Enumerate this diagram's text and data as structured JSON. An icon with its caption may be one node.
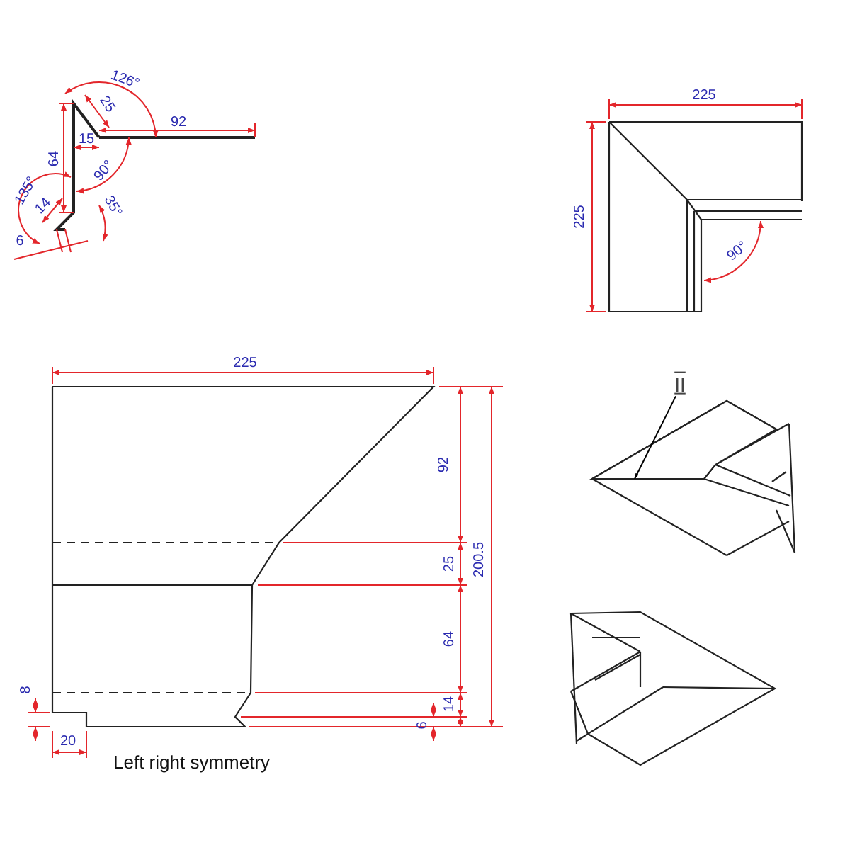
{
  "diagram": {
    "nodes": [
      {
        "text": [
          "II"
        ]
      },
      {
        "text": [],
        "shape": "picture"
      }
    ],
    "edges": [
      {
        "from": 0,
        "to": 1,
        "arrow": "to"
      }
    ],
    "labels": [
      "126°",
      "25",
      "92",
      "15",
      "64",
      "90°",
      "135°",
      "14",
      "35°",
      "6",
      "225",
      "225",
      "90°",
      "225",
      "92",
      "25",
      "200.5",
      "64",
      "8",
      "14",
      "6",
      "20",
      "Left right symmetry"
    ]
  }
}
